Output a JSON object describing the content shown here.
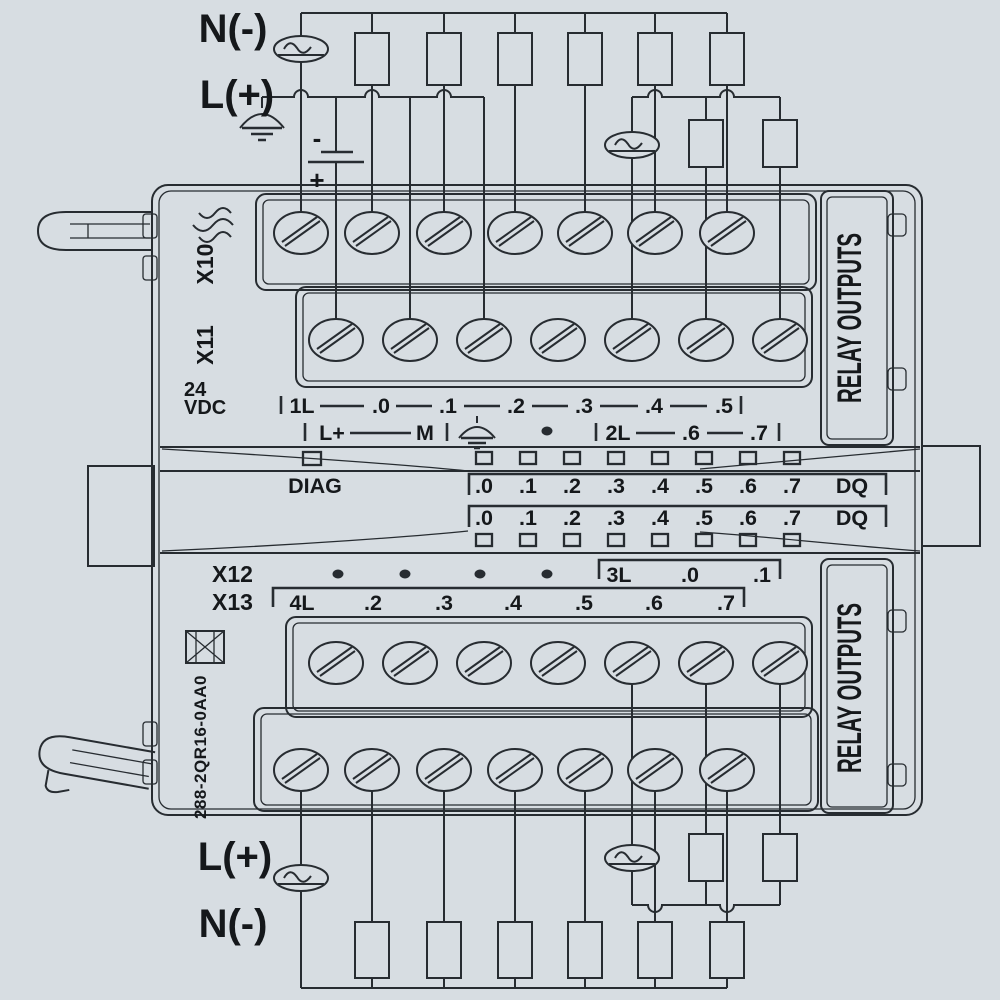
{
  "colors": {
    "background": "#d7dde2",
    "line": "#272c31",
    "text": "#15181b"
  },
  "top_circuit": {
    "neutral_label": "N(-)",
    "line_label": "L(+)",
    "battery_minus": "-",
    "battery_plus": "+"
  },
  "bottom_circuit": {
    "line_label": "L(+)",
    "neutral_label": "N(-)"
  },
  "module": {
    "left_strip": {
      "x10": "X10",
      "x11": "X11",
      "voltage_line1": "24",
      "voltage_line2": "VDC",
      "x12": "X12",
      "x13": "X13",
      "part_number": "288-2QR16-0AA0"
    },
    "cover_top_label": "RELAY OUTPUTS",
    "cover_bottom_label": "RELAY OUTPUTS",
    "diag_label": "DIAG",
    "terminal_rows": {
      "x10": [
        "1L",
        ".0",
        ".1",
        ".2",
        ".3",
        ".4",
        ".5"
      ],
      "x11": [
        "L+",
        "M",
        "2L",
        ".6",
        ".7"
      ],
      "dq_top": [
        ".0",
        ".1",
        ".2",
        ".3",
        ".4",
        ".5",
        ".6",
        ".7",
        "DQ"
      ],
      "dq_bottom": [
        ".0",
        ".1",
        ".2",
        ".3",
        ".4",
        ".5",
        ".6",
        ".7",
        "DQ"
      ],
      "x12": [
        "3L",
        ".0",
        ".1"
      ],
      "x13": [
        "4L",
        ".2",
        ".3",
        ".4",
        ".5",
        ".6",
        ".7"
      ]
    }
  }
}
